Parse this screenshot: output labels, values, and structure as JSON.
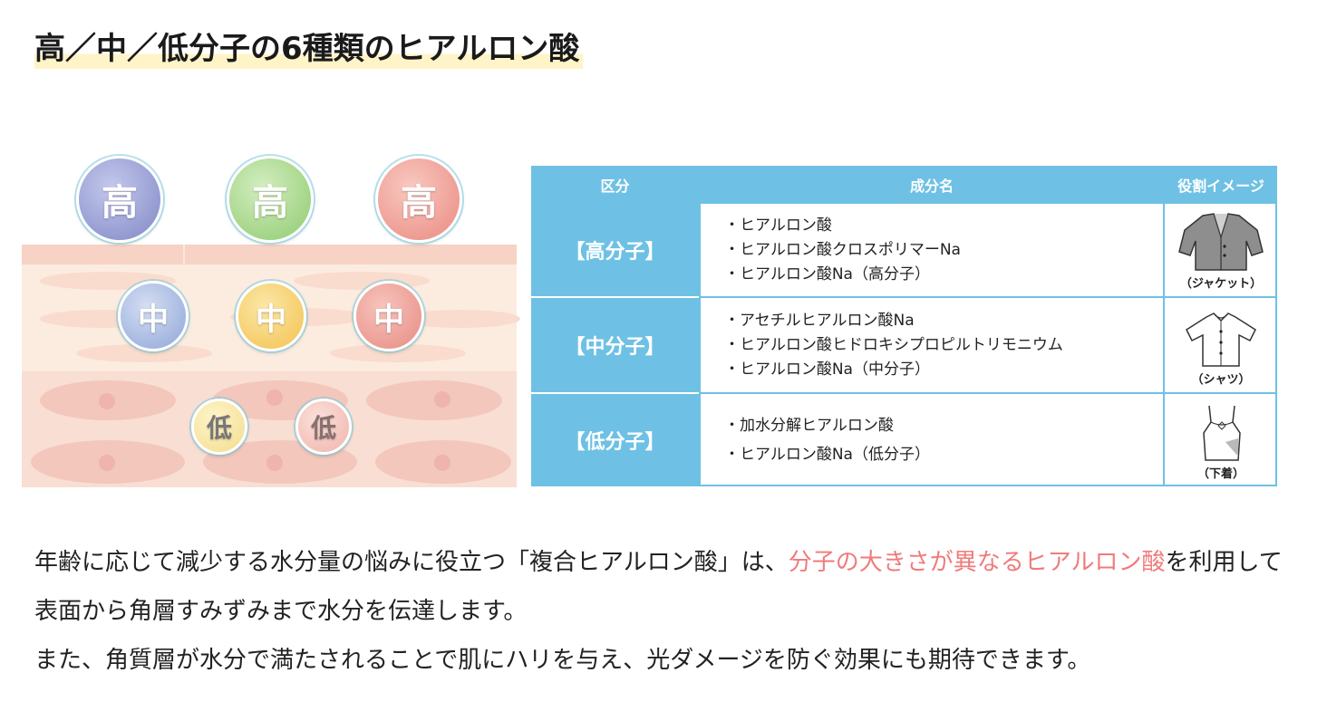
{
  "title": "高／中／低分子の6種類のヒアルロン酸",
  "illustration": {
    "high_label": "高",
    "mid_label": "中",
    "low_label": "低"
  },
  "table": {
    "headers": [
      "区分",
      "成分名",
      "役割イメージ"
    ],
    "rows": [
      {
        "category": "【高分子】",
        "ingredients": [
          "・ヒアルロン酸",
          "・ヒアルロン酸クロスポリマーNa",
          "・ヒアルロン酸Na（高分子）"
        ],
        "image_caption": "（ジャケット）",
        "image_icon": "jacket-icon"
      },
      {
        "category": "【中分子】",
        "ingredients": [
          "・アセチルヒアルロン酸Na",
          "・ヒアルロン酸ヒドロキシプロピルトリモニウム",
          "・ヒアルロン酸Na（中分子）"
        ],
        "image_caption": "（シャツ）",
        "image_icon": "shirt-icon"
      },
      {
        "category": "【低分子】",
        "ingredients": [
          "・加水分解ヒアルロン酸",
          "・ヒアルロン酸Na（低分子）"
        ],
        "image_caption": "（下着）",
        "image_icon": "camisole-icon"
      }
    ]
  },
  "description": {
    "p1_part1": "年齢に応じて減少する水分量の悩みに役立つ「複合ヒアルロン酸」は、",
    "p1_highlight": "分子の大きさが異なるヒアルロン酸",
    "p1_part2": "を利用して表面から角層すみずみまで水分を伝達します。",
    "p2": "また、角質層が水分で満たされることで肌にハリを与え、光ダメージを防ぐ効果にも期待できます。"
  },
  "colors": {
    "table_blue": "#6ec1e4",
    "highlight_pink": "#ef7b7b",
    "title_marker": "#fff4c8"
  }
}
